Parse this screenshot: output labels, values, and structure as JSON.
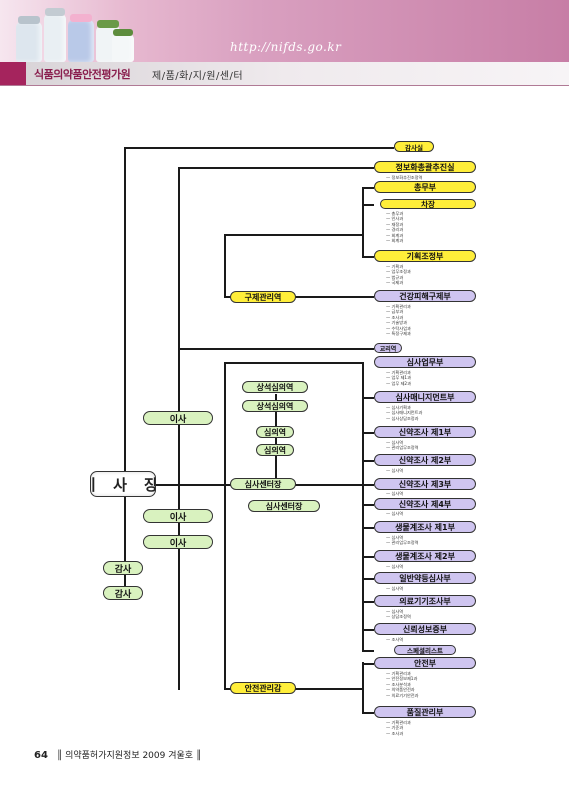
{
  "header": {
    "url": "http://nifds.go.kr",
    "organization": "식품의약품안전평가원",
    "section": "제/품/화/지/원/센/터"
  },
  "chart": {
    "ceo": "이 사 장",
    "directors": [
      "이사",
      "이사",
      "이사"
    ],
    "auditors": [
      "감사",
      "감사"
    ],
    "audit_office": "감사실",
    "info_office": {
      "label": "정보화총괄추진실",
      "subs": [
        "정보화추진조정역"
      ]
    },
    "general_affairs": {
      "label": "총무부",
      "subs": []
    },
    "chajang": {
      "label": "차장",
      "subs": [
        "총무과",
        "인사과",
        "재정과",
        "경리과",
        "회계과",
        "회계과"
      ]
    },
    "planning": {
      "label": "기획조정부",
      "subs": [
        "기획과",
        "업무조정과",
        "법규과",
        "국제과"
      ]
    },
    "international_officer": "구제관리역",
    "health_damage": {
      "label": "건강피해구제부",
      "subs": [
        "기획관리과",
        "급부과",
        "조사과",
        "기술방과",
        "수탁사업과",
        "특정구제과"
      ]
    },
    "review_officer": "교리역",
    "senior_review_1": "상석심의역",
    "senior_review_2": "상석심의역",
    "review_1": "심의역",
    "review_2": "심의역",
    "center_head": "심사센터장",
    "center_deputy": "심사센터장",
    "review_dept": {
      "label": "심사업무부",
      "subs": [
        "기획관리과",
        "업무 제1과",
        "업무 제2과"
      ]
    },
    "review_mgmt": {
      "label": "심사매니지먼트부",
      "subs": [
        "심사기획과",
        "심사매니지먼트과",
        "심사상담조정과"
      ]
    },
    "new_drug_1": {
      "label": "신약조사 제1부",
      "subs": [
        "심사역",
        "관리업무조정역"
      ]
    },
    "new_drug_2": {
      "label": "신약조사 제2부",
      "subs": [
        "심사역"
      ]
    },
    "new_drug_3": {
      "label": "신약조사 제3부",
      "subs": [
        "심사역"
      ]
    },
    "new_drug_4": {
      "label": "신약조사 제4부",
      "subs": [
        "심사역"
      ]
    },
    "bio_1": {
      "label": "생물계조사 제1부",
      "subs": [
        "심사역",
        "관리업무조정역"
      ]
    },
    "bio_2": {
      "label": "생물계조사 제2부",
      "subs": [
        "심사역"
      ]
    },
    "general_drug": {
      "label": "일반약등심사부",
      "subs": [
        "심사역"
      ]
    },
    "device": {
      "label": "의료기기조사부",
      "subs": [
        "심사역",
        "상담조정역"
      ]
    },
    "credibility": {
      "label": "신뢰성보증부",
      "subs": [
        "조사역"
      ]
    },
    "specialist": "스페셜리스트",
    "safety_officer": "안전관리감",
    "safety": {
      "label": "안전부",
      "subs": [
        "기획관리과",
        "안전정보제1과",
        "조사분석과",
        "의약품안전과",
        "의료기기안전과"
      ]
    },
    "quality": {
      "label": "품질관리부",
      "subs": [
        "기획관리과",
        "기준과",
        "조사과"
      ]
    }
  },
  "footer": {
    "page": "64",
    "publication": "║ 의약품허가지원정보 2009 겨울호 ║"
  }
}
